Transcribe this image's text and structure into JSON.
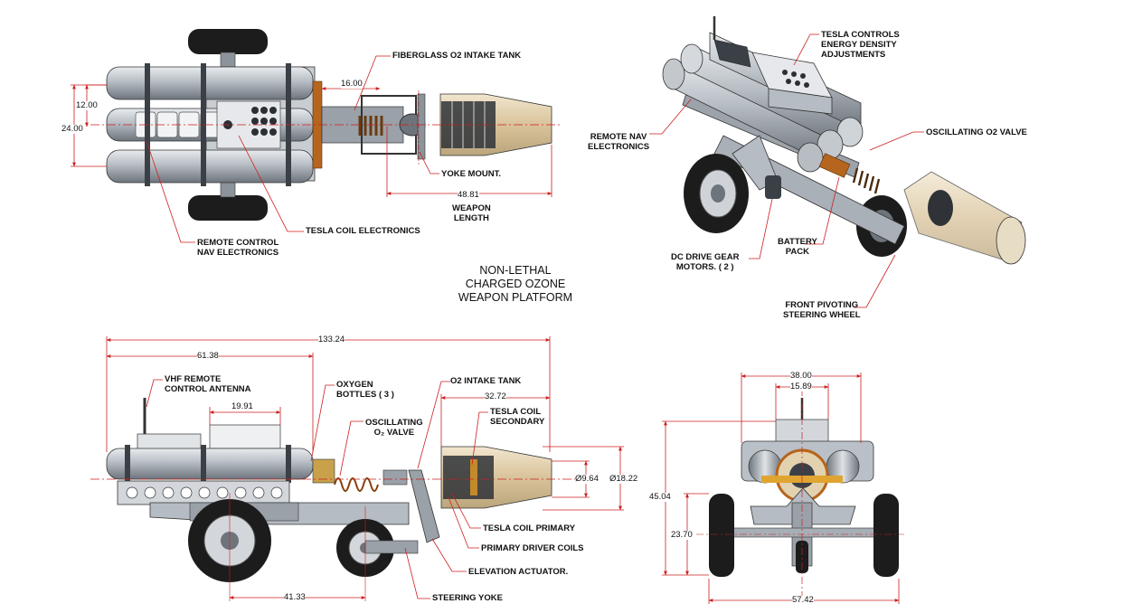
{
  "title": {
    "line1": "NON-LETHAL",
    "line2": "CHARGED OZONE",
    "line3": "WEAPON PLATFORM"
  },
  "callouts": {
    "fiberglass_tank": "FIBERGLASS O2 INTAKE TANK",
    "yoke_mount": "YOKE MOUNT.",
    "weapon_length_1": "WEAPON",
    "weapon_length_2": "LENGTH",
    "tesla_coil_electronics": "TESLA COIL ELECTRONICS",
    "remote_control_nav_1": "REMOTE CONTROL",
    "remote_control_nav_2": "NAV ELECTRONICS",
    "tesla_controls_1": "TESLA CONTROLS",
    "tesla_controls_2": "ENERGY DENSITY",
    "tesla_controls_3": "ADJUSTMENTS",
    "remote_nav_1": "REMOTE NAV",
    "remote_nav_2": "ELECTRONICS",
    "oscillating_valve_iso": "OSCILLATING O2 VALVE",
    "battery_1": "BATTERY",
    "battery_2": "PACK",
    "dc_drive_1": "DC DRIVE GEAR",
    "dc_drive_2": "MOTORS. ( 2 )",
    "front_pivot_1": "FRONT PIVOTING",
    "front_pivot_2": "STEERING WHEEL",
    "vhf_1": "VHF REMOTE",
    "vhf_2": "CONTROL ANTENNA",
    "oxygen_1": "OXYGEN",
    "oxygen_2": "BOTTLES ( 3 )",
    "o2_intake_tank": "O2 INTAKE TANK",
    "osc_side_1": "OSCILLATING",
    "osc_side_2": "O₂ VALVE",
    "tesla_sec_1": "TESLA COIL",
    "tesla_sec_2": "SECONDARY",
    "tesla_primary": "TESLA COIL PRIMARY",
    "primary_driver": "PRIMARY DRIVER COILS",
    "elevation": "ELEVATION ACTUATOR.",
    "steering_yoke": "STEERING YOKE"
  },
  "dimensions": {
    "top_16": "16.00",
    "top_12": "12.00",
    "top_24": "24.00",
    "top_4881": "48.81",
    "side_13324": "133.24",
    "side_6138": "61.38",
    "side_1991": "19.91",
    "side_3272": "32.72",
    "side_964": "Ø9.64",
    "side_1822": "Ø18.22",
    "side_4133": "41.33",
    "front_3800": "38.00",
    "front_1589": "15.89",
    "front_4504": "45.04",
    "front_2370": "23.70",
    "front_5742": "57.42"
  },
  "colors": {
    "leader": "#cc1f1f",
    "metal_dark": "#4a4f56",
    "metal_mid": "#8c939b",
    "metal_light": "#d3d7dc",
    "copper": "#b5651d",
    "cone": "#e3d2b0",
    "tire": "#1c1c1c"
  }
}
